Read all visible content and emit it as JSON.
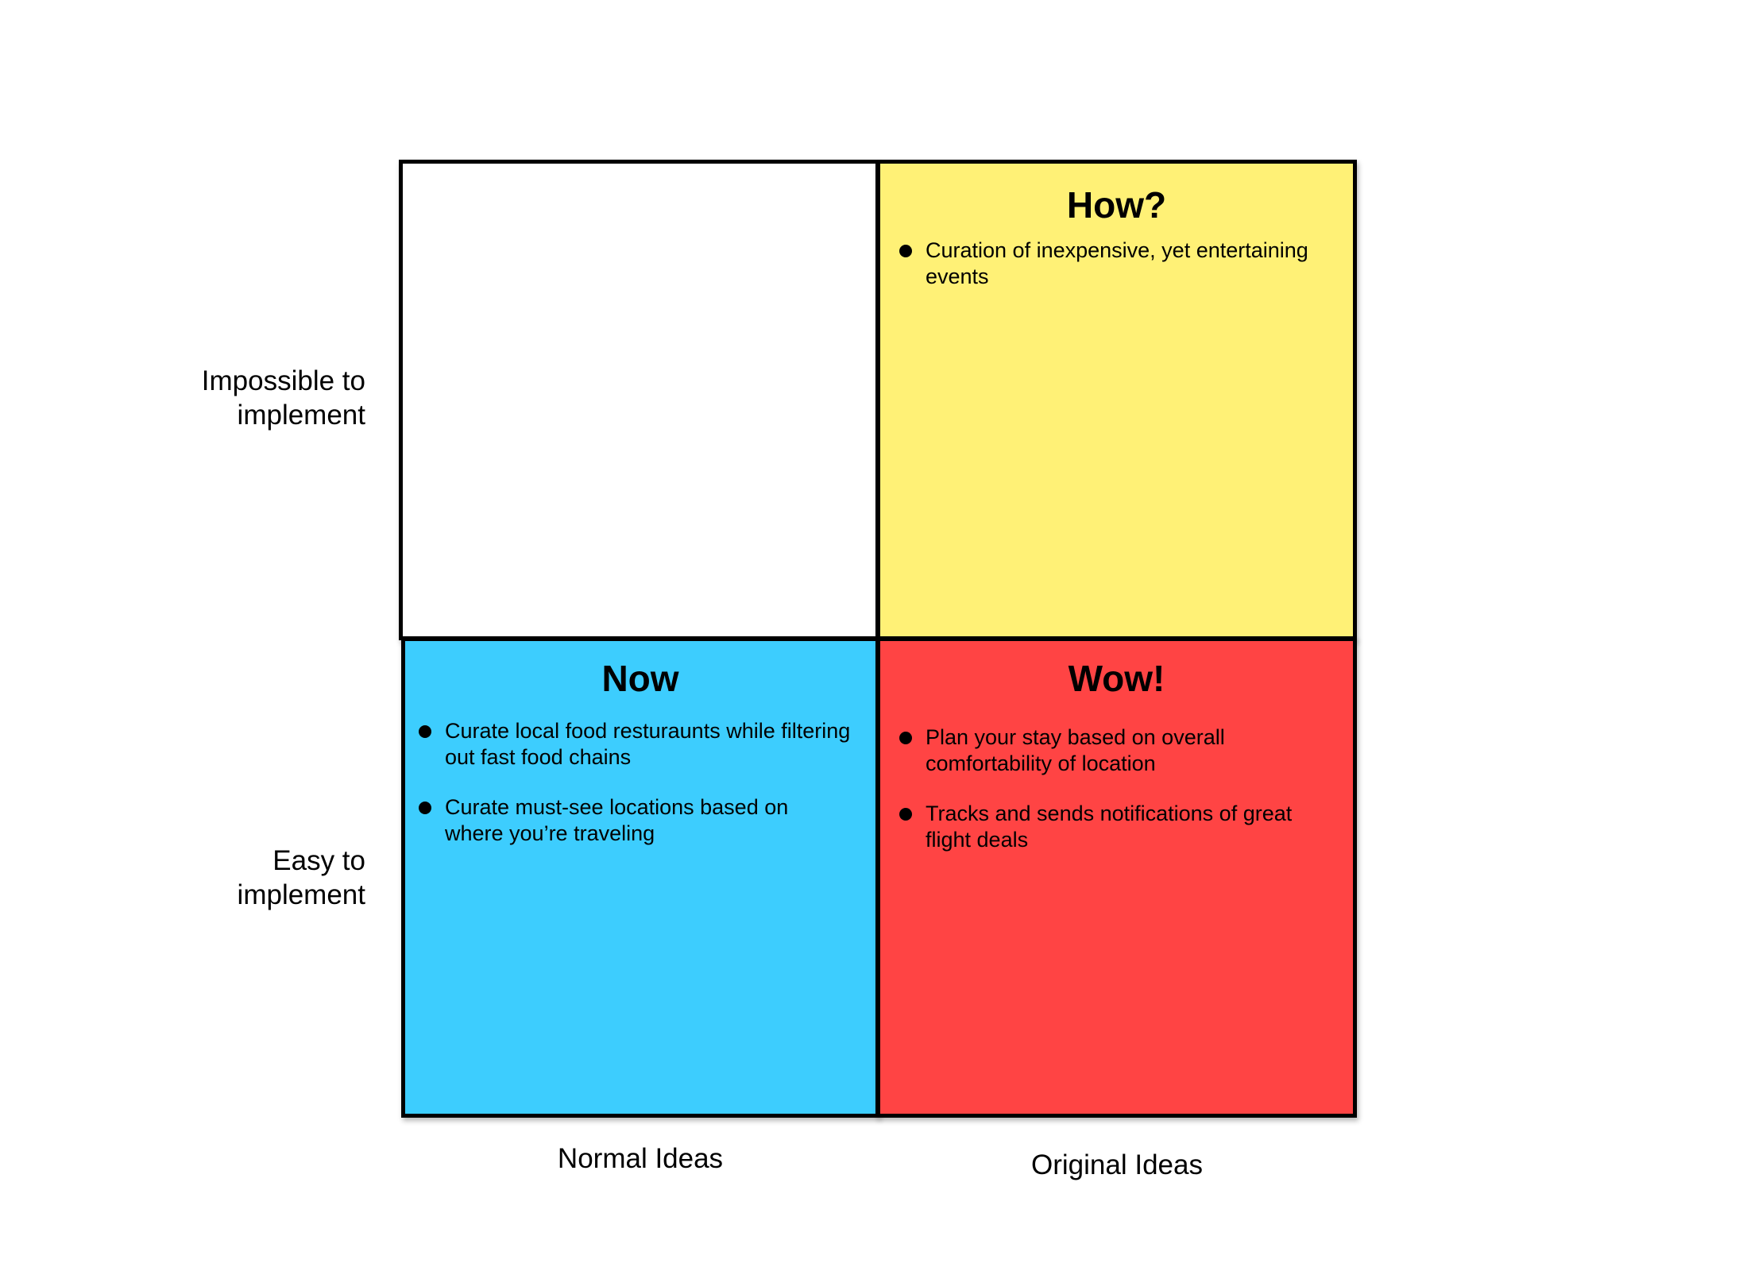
{
  "colors": {
    "top_left": "#ffffff",
    "top_right": "#fff176",
    "bottom_left": "#3dcdfe",
    "bottom_right": "#ff4444",
    "border": "#000000"
  },
  "quadrants": {
    "top_left": {
      "title": "",
      "items": []
    },
    "top_right": {
      "title": "How?",
      "items": [
        "Curation of inexpensive, yet entertaining events"
      ]
    },
    "bottom_left": {
      "title": "Now",
      "items": [
        "Curate local food resturaunts while filtering out fast food chains",
        "Curate must-see locations based on where you’re traveling"
      ]
    },
    "bottom_right": {
      "title": "Wow!",
      "items": [
        "Plan your stay based on overall comfortability of location",
        "Tracks and sends notifications of great flight deals"
      ]
    }
  },
  "axes": {
    "y_high_line1": "Impossible to",
    "y_high_line2": "implement",
    "y_low_line1": "Easy to",
    "y_low_line2": "implement",
    "x_left": "Normal Ideas",
    "x_right": "Original Ideas"
  }
}
